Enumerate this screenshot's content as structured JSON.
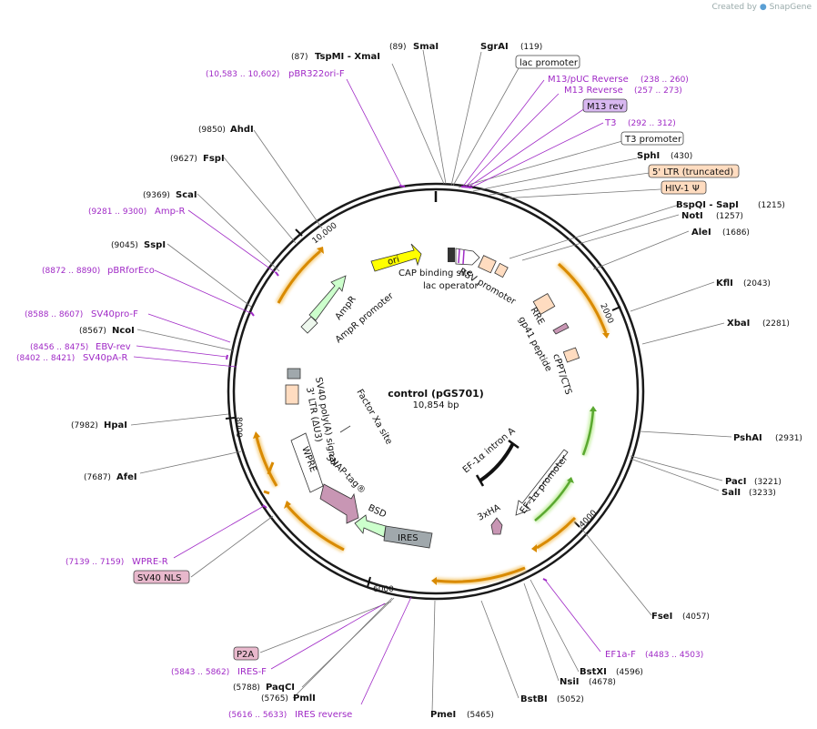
{
  "credit": {
    "created_by": "Created by",
    "brand": "SnapGene"
  },
  "plasmid": {
    "name": "control (pGS701)",
    "length": "10,854 bp"
  },
  "ticks": [
    "2000",
    "4000",
    "6000",
    "8000",
    "10,000"
  ],
  "enzymes_right": [
    {
      "name": "SgrAI",
      "pos": "(119)"
    },
    {
      "name": "SphI",
      "pos": "(430)"
    },
    {
      "name": "BspQI  -  SapI",
      "pos": "(1215)"
    },
    {
      "name": "NotI",
      "pos": "(1257)"
    },
    {
      "name": "AleI",
      "pos": "(1686)"
    },
    {
      "name": "KflI",
      "pos": "(2043)"
    },
    {
      "name": "XbaI",
      "pos": "(2281)"
    },
    {
      "name": "PshAI",
      "pos": "(2931)"
    },
    {
      "name": "PacI",
      "pos": "(3221)"
    },
    {
      "name": "SalI",
      "pos": "(3233)"
    },
    {
      "name": "FseI",
      "pos": "(4057)"
    },
    {
      "name": "BstXI",
      "pos": "(4596)"
    },
    {
      "name": "NsiI",
      "pos": "(4678)"
    },
    {
      "name": "BstBI",
      "pos": "(5052)"
    },
    {
      "name": "PmeI",
      "pos": "(5465)"
    }
  ],
  "enzymes_left": [
    {
      "name": "SmaI",
      "pos": "(89)"
    },
    {
      "name": "TspMI  -  XmaI",
      "pos": "(87)"
    },
    {
      "name": "AhdI",
      "pos": "(9850)"
    },
    {
      "name": "FspI",
      "pos": "(9627)"
    },
    {
      "name": "ScaI",
      "pos": "(9369)"
    },
    {
      "name": "SspI",
      "pos": "(9045)"
    },
    {
      "name": "NcoI",
      "pos": "(8567)"
    },
    {
      "name": "HpaI",
      "pos": "(7982)"
    },
    {
      "name": "AfeI",
      "pos": "(7687)"
    },
    {
      "name": "PaqCI",
      "pos": "(5788)"
    },
    {
      "name": "PmlI",
      "pos": "(5765)"
    }
  ],
  "primers": [
    {
      "name": "pBR322ori-F",
      "pos": "(10,583 .. 10,602)"
    },
    {
      "name": "M13/pUC Reverse",
      "pos": "(238 .. 260)"
    },
    {
      "name": "M13 Reverse",
      "pos": "(257 .. 273)"
    },
    {
      "name": "T3",
      "pos": "(292 .. 312)"
    },
    {
      "name": "Amp-R",
      "pos": "(9281 .. 9300)"
    },
    {
      "name": "pBRforEco",
      "pos": "(8872 .. 8890)"
    },
    {
      "name": "SV40pro-F",
      "pos": "(8588 .. 8607)"
    },
    {
      "name": "EBV-rev",
      "pos": "(8456 .. 8475)"
    },
    {
      "name": "SV40pA-R",
      "pos": "(8402 .. 8421)"
    },
    {
      "name": "WPRE-R",
      "pos": "(7139 .. 7159)"
    },
    {
      "name": "EF1a-F",
      "pos": "(4483 .. 4503)"
    },
    {
      "name": "IRES-F",
      "pos": "(5843 .. 5862)"
    },
    {
      "name": "IRES reverse",
      "pos": "(5616 .. 5633)"
    }
  ],
  "boxed_labels": [
    "lac promoter",
    "M13 rev",
    "T3 promoter",
    "5' LTR (truncated)",
    "HIV-1 Ψ",
    "SV40 NLS",
    "P2A"
  ],
  "inner_labels": [
    "CAP binding site",
    "lac operator",
    "RSV promoter",
    "AmpR",
    "AmpR promoter",
    "RRE",
    "gp41 peptide",
    "cPPT/CTS",
    "SV40 poly(A) signal",
    "3' LTR (ΔU3)",
    "Factor Xa site",
    "WPRE",
    "SNAP-tag®",
    "BSD",
    "IRES",
    "EF-1α intron A",
    "EF-1α promoter",
    "3xHA",
    "ori"
  ],
  "colors": {
    "backbone": "#1a1a1a",
    "enzyme_line": "#666666",
    "primer": "#a02ac6",
    "orange_feature": "#f0a830",
    "ori": "#ffff00",
    "ampR": "#ccffcc",
    "ltr": "#ffdcc0",
    "snap": "#c896b4",
    "ires": "#a0a8ac",
    "m13rev": "#d8b8f0",
    "sv40nls": "#e8b8cc",
    "promoter_green": "#70c040"
  }
}
